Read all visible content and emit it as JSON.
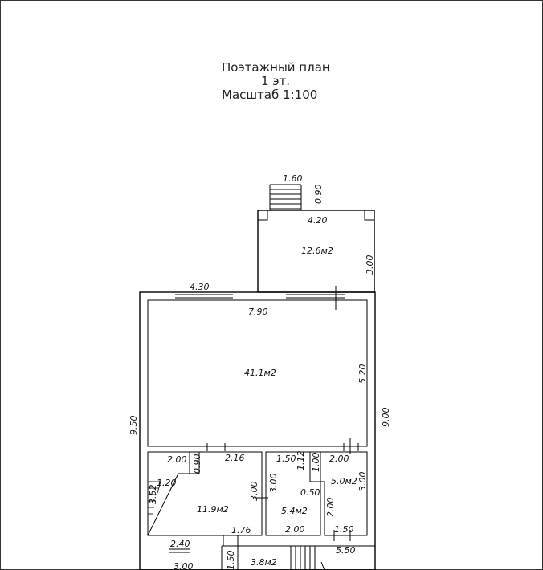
{
  "title": {
    "line1": "Поэтажный план",
    "line2": "1 эт.",
    "line3": "Масштаб 1:100"
  },
  "dimensions": {
    "stair_width": "1.60",
    "stair_depth": "0.90",
    "porch_width": "4.20",
    "porch_depth": "3.00",
    "top_wall_left": "4.30",
    "main_width": "7.90",
    "main_depth": "5.20",
    "total_width": "9.00",
    "total_depth": "9.50",
    "room_a_width": "2.00",
    "room_a_small": "0.90",
    "room_a_wall": "2.16",
    "room_a_side": "1.20",
    "room_a_stair": "3.52",
    "room_a_depth": "3.00",
    "room_a_bottom": "2.40",
    "room_a_door": "1.76",
    "room_b_width": "1.50",
    "room_b_side": "1.12",
    "room_b_depth": "3.00",
    "room_b_bottom": "2.00",
    "room_c_top": "1.00",
    "room_c_width": "2.00",
    "room_c_gap": "0.50",
    "room_c_depth": "3.00",
    "room_c_left": "2.00",
    "room_c_door": "1.50",
    "bottom_right": "5.50",
    "bottom_left": "3.00",
    "corridor_width": "1.50"
  },
  "areas": {
    "porch": "12.6м2",
    "main": "41.1м2",
    "room_a": "11.9м2",
    "room_b": "5.4м2",
    "room_c": "5.0м2",
    "corridor": "3.8м2"
  }
}
